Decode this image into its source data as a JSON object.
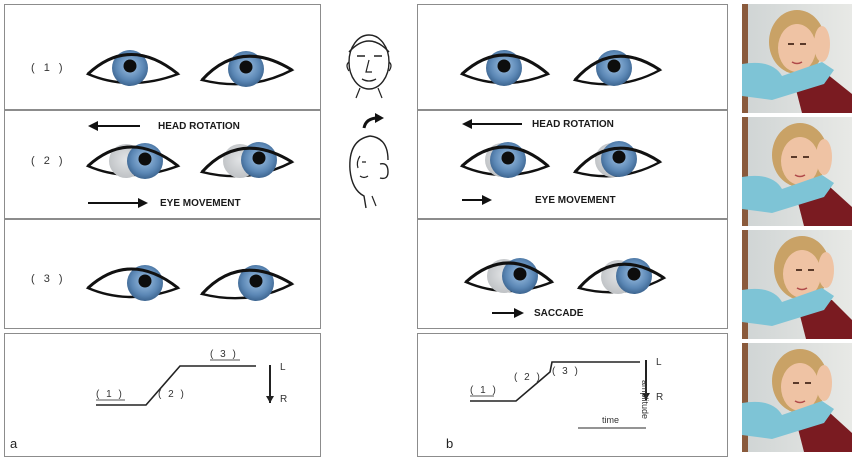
{
  "panel_a": {
    "label": "a",
    "rows": [
      "( 1 )",
      "( 2 )",
      "( 3 )"
    ],
    "head_rotation": "HEAD ROTATION",
    "eye_movement": "EYE MOVEMENT",
    "trace": {
      "l1": "( 1 )",
      "l2": "( 2 )",
      "l3": "( 3 )",
      "L": "L",
      "R": "R"
    }
  },
  "panel_b": {
    "label": "b",
    "head_rotation": "HEAD ROTATION",
    "eye_movement": "EYE MOVEMENT",
    "saccade": "SACCADE",
    "trace": {
      "l1": "( 1 )",
      "l2": "( 2 )",
      "l3": "( 3 )",
      "L": "L",
      "R": "R",
      "amplitude": "amplitude",
      "time": "time"
    }
  },
  "colors": {
    "iris": "#5b87b5",
    "ghost_iris": "#c9cbcd",
    "sweater": "#7ec4d6",
    "top": "#7a1b21"
  },
  "photos": [
    "photo-1",
    "photo-2",
    "photo-3",
    "photo-4"
  ]
}
